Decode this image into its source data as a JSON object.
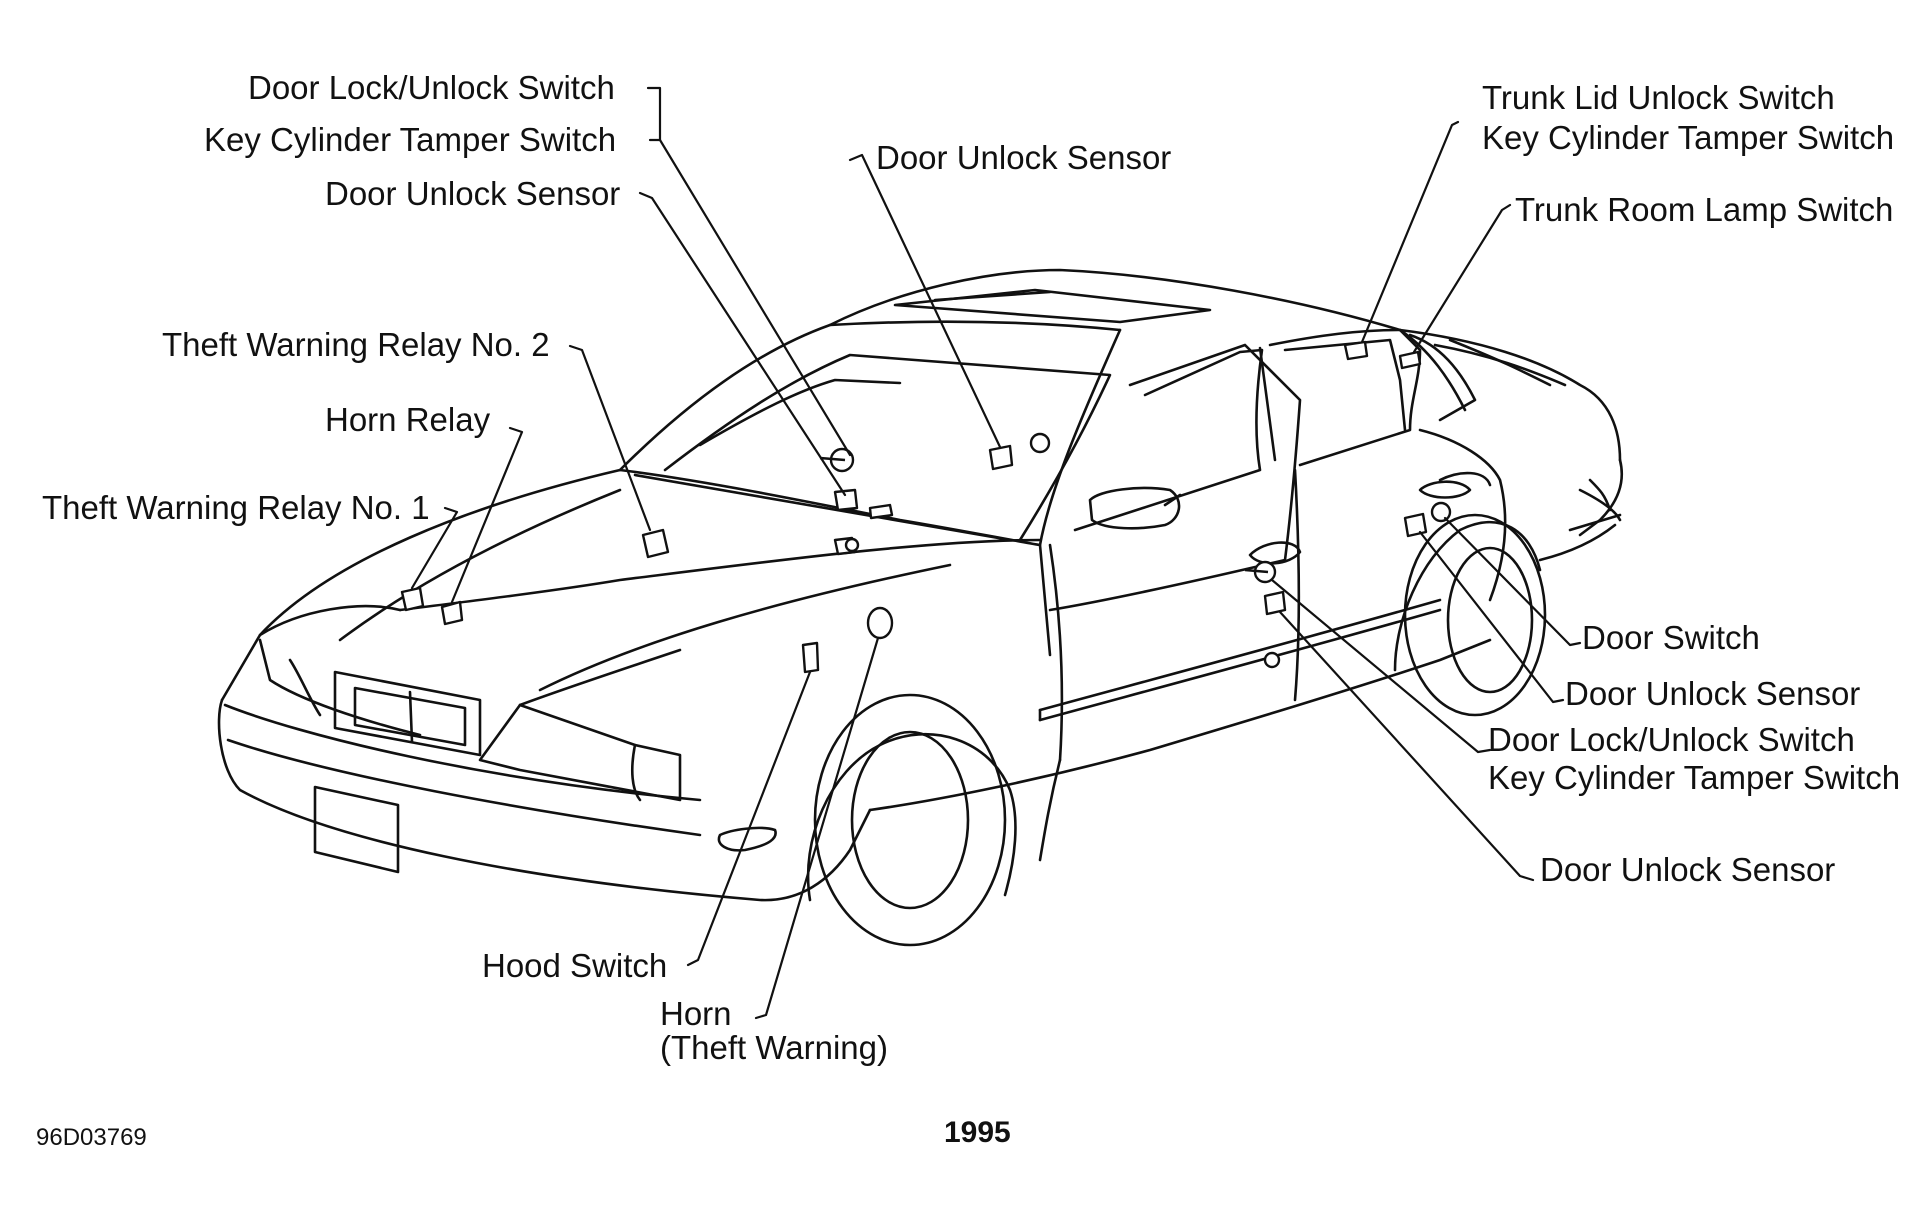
{
  "figure": {
    "labels": {
      "door_lock_unlock_switch_left": "Door Lock/Unlock Switch",
      "key_cylinder_tamper_switch_left": "Key Cylinder Tamper Switch",
      "door_unlock_sensor_left": "Door Unlock Sensor",
      "door_unlock_sensor_top": "Door Unlock Sensor",
      "theft_warning_relay_2": "Theft Warning Relay No. 2",
      "horn_relay": "Horn Relay",
      "theft_warning_relay_1": "Theft Warning Relay No. 1",
      "trunk_lid_unlock_switch": "Trunk Lid Unlock Switch",
      "key_cylinder_tamper_switch_trunk": "Key Cylinder Tamper Switch",
      "trunk_room_lamp_switch": "Trunk Room Lamp Switch",
      "door_switch": "Door Switch",
      "door_unlock_sensor_rear": "Door Unlock Sensor",
      "door_lock_unlock_switch_right": "Door Lock/Unlock Switch",
      "key_cylinder_tamper_switch_right": "Key Cylinder Tamper Switch",
      "door_unlock_sensor_bottom": "Door Unlock Sensor",
      "hood_switch": "Hood Switch",
      "horn": "Horn",
      "horn_sub": "(Theft Warning)"
    },
    "figure_code": "96D03769",
    "year": "1995"
  }
}
